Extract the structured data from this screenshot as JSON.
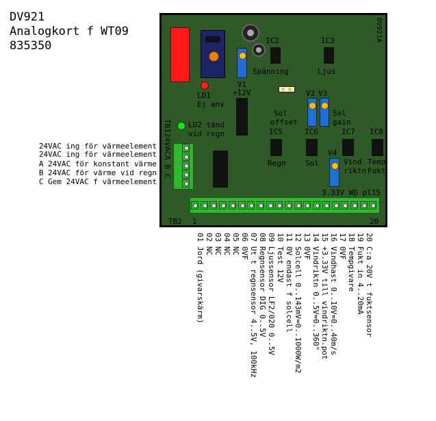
{
  "header": {
    "line1": "DV921",
    "line2": "Analogkort f WT09",
    "line3": "835350"
  },
  "board": {
    "corner_label": "DV921A",
    "tb1_label": "TB1",
    "tb1_pins": "24VACA B C",
    "tb2_label": "TB2",
    "tb2_first": "1",
    "tb2_last": "20",
    "labels": {
      "ic2": "IC2",
      "spanning": "Spänning",
      "ic3": "IC3",
      "ljus": "Ljus",
      "v1": "V1",
      "plus12v": "+12V",
      "ld1": "LD1",
      "ej_anv": "Ej anv",
      "v2": "V2",
      "v3": "V3",
      "sol_left": "Sol",
      "offset": "offset",
      "sol_right": "Sol",
      "gain": "gain",
      "ld2": "LD2 tänd",
      "vid_regn": "vid regn",
      "ic5": "IC5",
      "regn": "Regn",
      "ic6": "IC6",
      "sol": "Sol",
      "ic7": "IC7",
      "vind": "Vind",
      "riktn": "riktn",
      "ic8": "IC8",
      "temp": "Temp",
      "fukt": "Fukt",
      "v4": "V4",
      "bottom_row": "3.33V WD pl15"
    },
    "colors": {
      "pcb": "#2f5a28",
      "red_block": "#ff1a1a",
      "pot_blue": "#1f6fd6",
      "terminal_green": "#2fb82f",
      "led_red": "#ff2020",
      "led_green": "#22dd22"
    }
  },
  "tb1_descriptions": [
    "24VAC ing för värmeelement",
    "24VAC ing för värmeelement",
    "A 24VAC för konstant värme",
    "B 24VAC för värme vid regn",
    "C Gem 24VAC f värmeelement"
  ],
  "tb2_descriptions": [
    "01 Jord (givarskärm)",
    "02 NC",
    "03 NC",
    "04 NC",
    "05 NC",
    "06 0VF",
    "07 Ut t regnsensor 4..5V, 100kHz",
    "08 Regnsensor DIG 0..5V",
    "09 Ljussensor LF2/020 0..5V",
    "10 Test 12V",
    "11 0V endast f solcell",
    "12 Solcell 0..143mV=0..1000W/m2",
    "13 0VF",
    "14 Vindriktn 0..5V=0..360°",
    "15 +3.33V till vindriktn.pot",
    "16 Vindhast 0..10V=0..40m/s",
    "17 0VF",
    "18 Tempgivare",
    "19 Fukt in 4..20mA",
    "20 C:a 20V t fuktsensor"
  ]
}
